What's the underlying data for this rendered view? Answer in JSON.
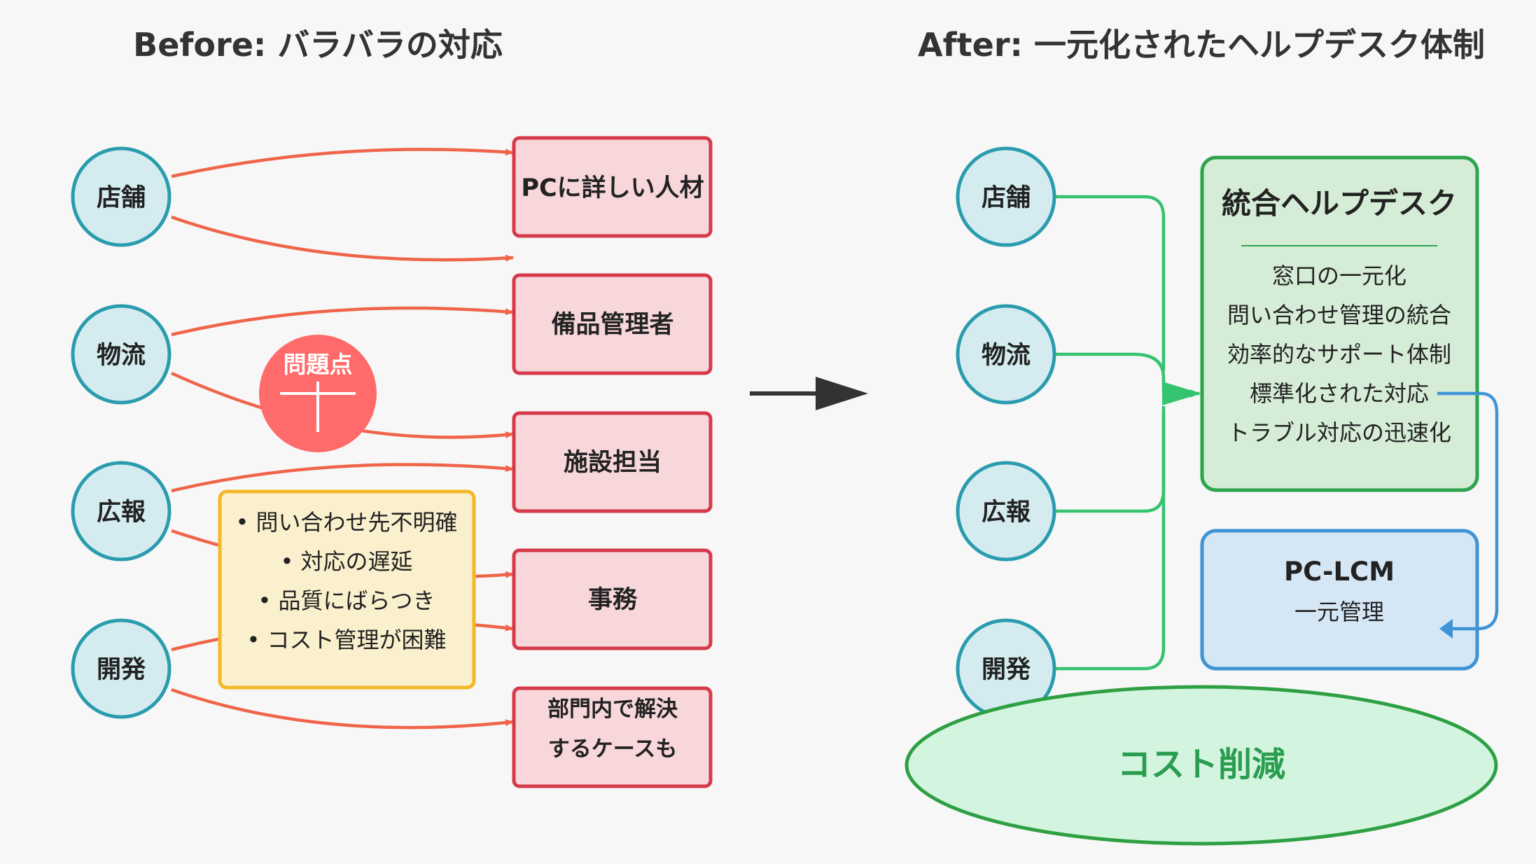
{
  "before": {
    "title": "Before: バラバラの対応",
    "departments": [
      "店舗",
      "物流",
      "広報",
      "開発"
    ],
    "targets": [
      {
        "lines": [
          "PCに詳しい人材"
        ]
      },
      {
        "lines": [
          "備品管理者"
        ]
      },
      {
        "lines": [
          "施設担当"
        ]
      },
      {
        "lines": [
          "事務"
        ]
      },
      {
        "lines": [
          "部門内で解決",
          "するケースも"
        ]
      }
    ],
    "problem_badge": "問題点",
    "problems": [
      "• 問い合わせ先不明確",
      "• 対応の遅延",
      "• 品質にばらつき",
      "• コスト管理が困難"
    ]
  },
  "after": {
    "title": "After: 一元化されたヘルプデスク体制",
    "departments": [
      "店舗",
      "物流",
      "広報",
      "開発"
    ],
    "helpdesk": {
      "title": "統合ヘルプデスク",
      "items": [
        "窓口の一元化",
        "問い合わせ管理の統合",
        "効率的なサポート体制",
        "標準化された対応",
        "トラブル対応の迅速化"
      ]
    },
    "pclcm": {
      "title": "PC-LCM",
      "subtitle": "一元管理"
    },
    "cost": "コスト削減"
  },
  "colors": {
    "background": "#f7f7f7",
    "circle_fill": "#d4ecf0",
    "circle_stroke": "#2a9cae",
    "target_fill": "#f7d7da",
    "target_stroke": "#d63a4a",
    "before_arrow": "#f0654a",
    "problem_fill": "#fbf0cd",
    "problem_stroke": "#f2b827",
    "badge": "#ff6b6b",
    "after_line": "#35c36f",
    "helpdesk_fill": "#d5ecd6",
    "helpdesk_stroke": "#2da44e",
    "pclcm_fill": "#d5e6f5",
    "pclcm_stroke": "#3d94d6",
    "cost_fill": "#d3f5df",
    "cost_stroke": "#2ea043",
    "cost_text": "#2a9d4e",
    "blue_arrow": "#3d94d6",
    "title_text": "#333333",
    "text": "#222222"
  }
}
